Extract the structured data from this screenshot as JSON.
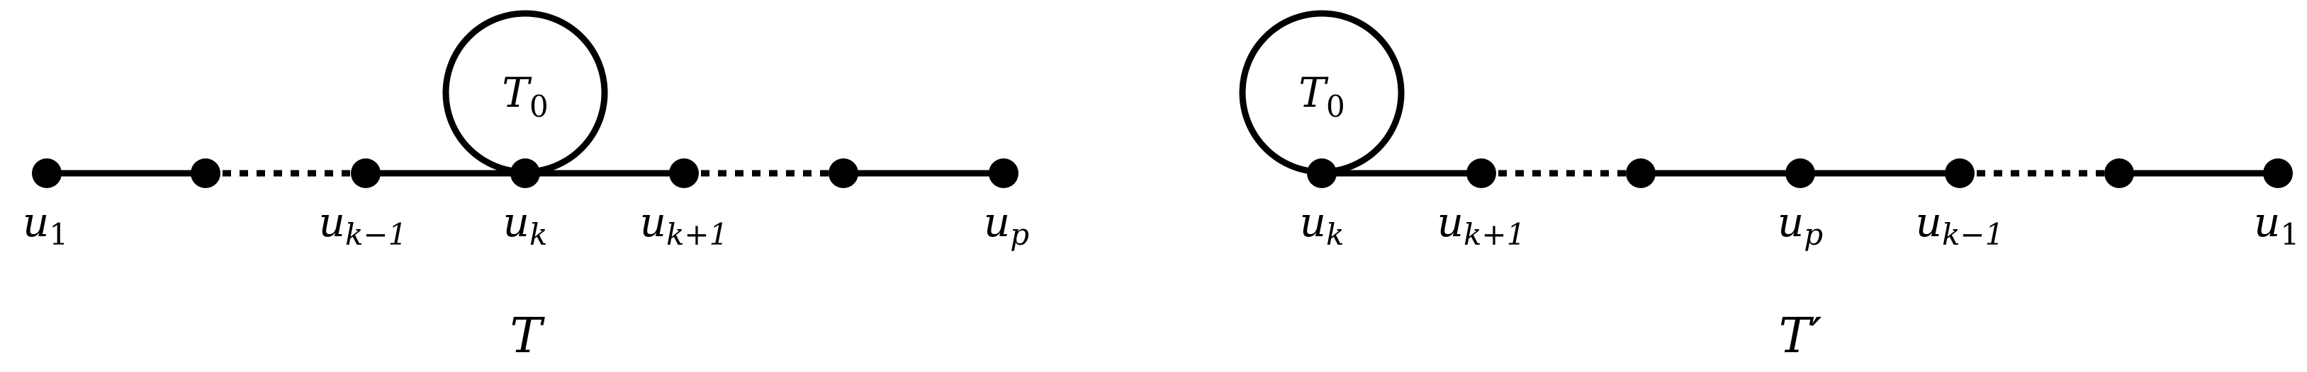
{
  "diagrams": [
    {
      "caption": "T",
      "loop_label": {
        "base": "T",
        "sub": "0"
      },
      "vertex_labels": [
        {
          "base": "u",
          "sub": "1"
        },
        {
          "base": "",
          "sub": ""
        },
        {
          "base": "u",
          "sub": "k−1"
        },
        {
          "base": "u",
          "sub": "k"
        },
        {
          "base": "u",
          "sub": "k+1"
        },
        {
          "base": "",
          "sub": ""
        },
        {
          "base": "u",
          "sub": "p"
        }
      ],
      "edges": [
        "solid",
        "dotted",
        "solid",
        "solid",
        "dotted",
        "solid"
      ]
    },
    {
      "caption": "T′",
      "loop_label": {
        "base": "T",
        "sub": "0"
      },
      "vertex_labels": [
        {
          "base": "u",
          "sub": "k"
        },
        {
          "base": "u",
          "sub": "k+1"
        },
        {
          "base": "",
          "sub": ""
        },
        {
          "base": "u",
          "sub": "p"
        },
        {
          "base": "u",
          "sub": "k−1"
        },
        {
          "base": "",
          "sub": ""
        },
        {
          "base": "u",
          "sub": "1"
        }
      ],
      "edges": [
        "solid",
        "dotted",
        "solid",
        "solid",
        "dotted",
        "solid"
      ]
    }
  ]
}
